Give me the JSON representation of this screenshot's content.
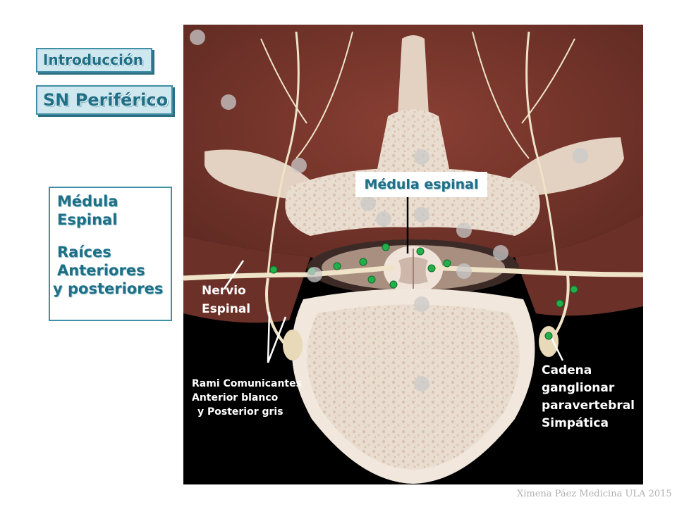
{
  "nav": {
    "intro_label": "Introducción",
    "snp_label": "SN Periférico"
  },
  "topics": {
    "line1": "Médula",
    "line2": "Espinal",
    "line3": "Raíces",
    "line4": "Anteriores",
    "line5": "y posteriores"
  },
  "figure": {
    "label_medula": "Médula espinal",
    "label_nervio_1": "Nervio",
    "label_nervio_2": "Espinal",
    "label_rami_1": "Rami Comunicantes",
    "label_rami_2": "Anterior blanco",
    "label_rami_3": "y Posterior gris",
    "label_cadena_1": "Cadena",
    "label_cadena_2": "ganglionar",
    "label_cadena_3": "paravertebral",
    "label_cadena_4": "Simpática"
  },
  "footer": {
    "credit": "Ximena Páez Medicina ULA 2015"
  },
  "colors": {
    "accent": "#1f6f86",
    "button_fill": "#cfe7ef",
    "marker_green": "#22b04b"
  }
}
